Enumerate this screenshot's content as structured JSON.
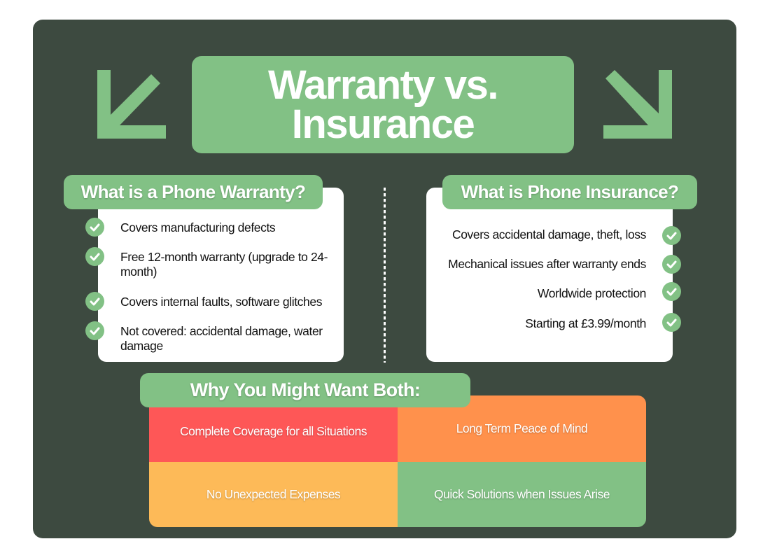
{
  "title": {
    "line1": "Warranty vs.",
    "line2": "Insurance"
  },
  "icons": {
    "left_arrow": "arrow-down-left-icon",
    "right_arrow": "arrow-down-right-icon",
    "check": "check-circle-icon"
  },
  "colors": {
    "background": "#3d4a40",
    "accent_green": "#82c185",
    "red": "#fe5757",
    "orange": "#ff914c",
    "yellow": "#fdba58",
    "card": "#ffffff"
  },
  "warranty": {
    "heading": "What is a Phone Warranty?",
    "items": [
      {
        "text": "Covers manufacturing defects"
      },
      {
        "text": "Free 12-month warranty (upgrade to 24-month)"
      },
      {
        "text": "Covers internal faults, software glitches"
      },
      {
        "text": "Not covered: accidental damage, water damage"
      }
    ]
  },
  "insurance": {
    "heading": "What is Phone Insurance?",
    "items": [
      {
        "text": "Covers accidental damage, theft, loss"
      },
      {
        "text": "Mechanical issues after warranty ends"
      },
      {
        "text": "Worldwide protection"
      },
      {
        "text": "Starting at £3.99/month"
      }
    ]
  },
  "both": {
    "heading": "Why You Might Want Both:",
    "reasons": [
      {
        "text": "Complete Coverage for all Situations",
        "color": "#fe5757"
      },
      {
        "text": "Long Term Peace of Mind",
        "color": "#ff914c"
      },
      {
        "text": "No Unexpected Expenses",
        "color": "#fdba58"
      },
      {
        "text": "Quick Solutions when Issues Arise",
        "color": "#82c185"
      }
    ]
  }
}
